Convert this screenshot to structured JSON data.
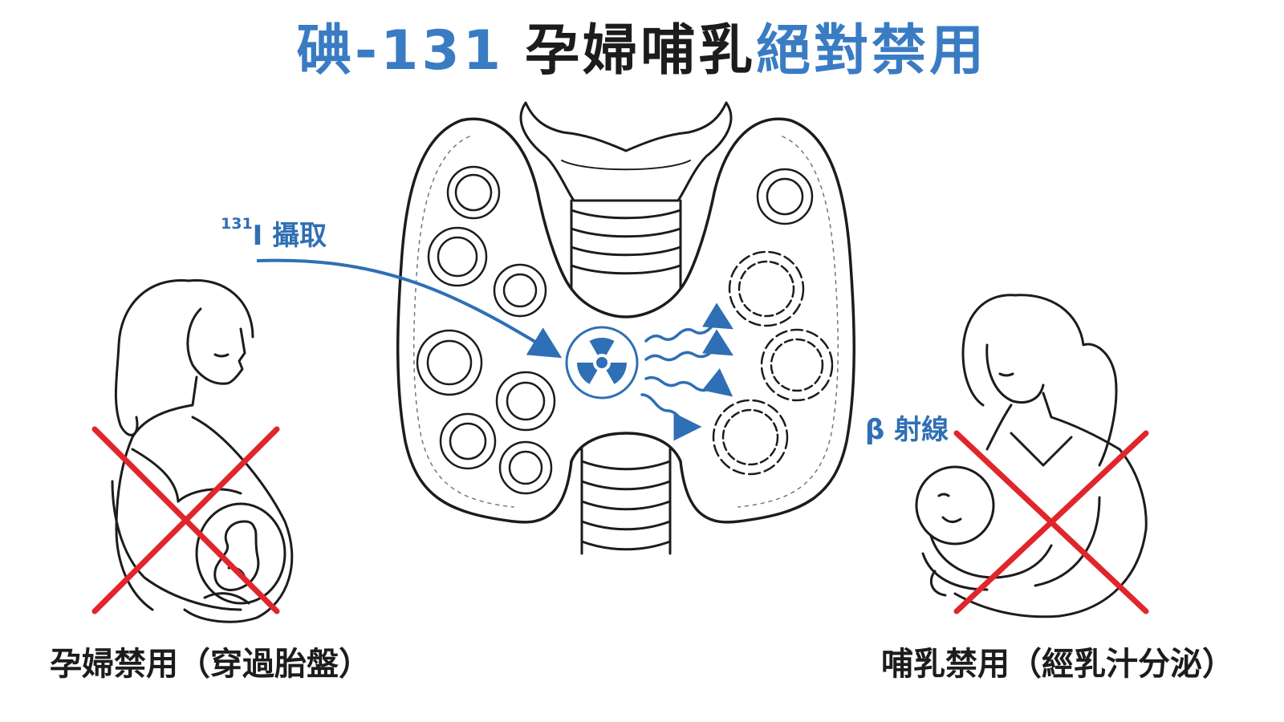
{
  "title": {
    "part1": "碘-131",
    "part2": "孕婦哺乳",
    "part3": "絕對禁用"
  },
  "labels": {
    "uptake_superscript": "131",
    "uptake_text": "I 攝取",
    "beta": "β 射線"
  },
  "captions": {
    "left": "孕婦禁用（穿過胎盤）",
    "right": "哺乳禁用（經乳汁分泌）"
  },
  "colors": {
    "accent_blue": "#3a7cc3",
    "prohibit_red": "#e0262b",
    "line_dark": "#1c1c1c"
  },
  "icons": [
    "radiation-icon",
    "prohibition-cross-icon"
  ]
}
